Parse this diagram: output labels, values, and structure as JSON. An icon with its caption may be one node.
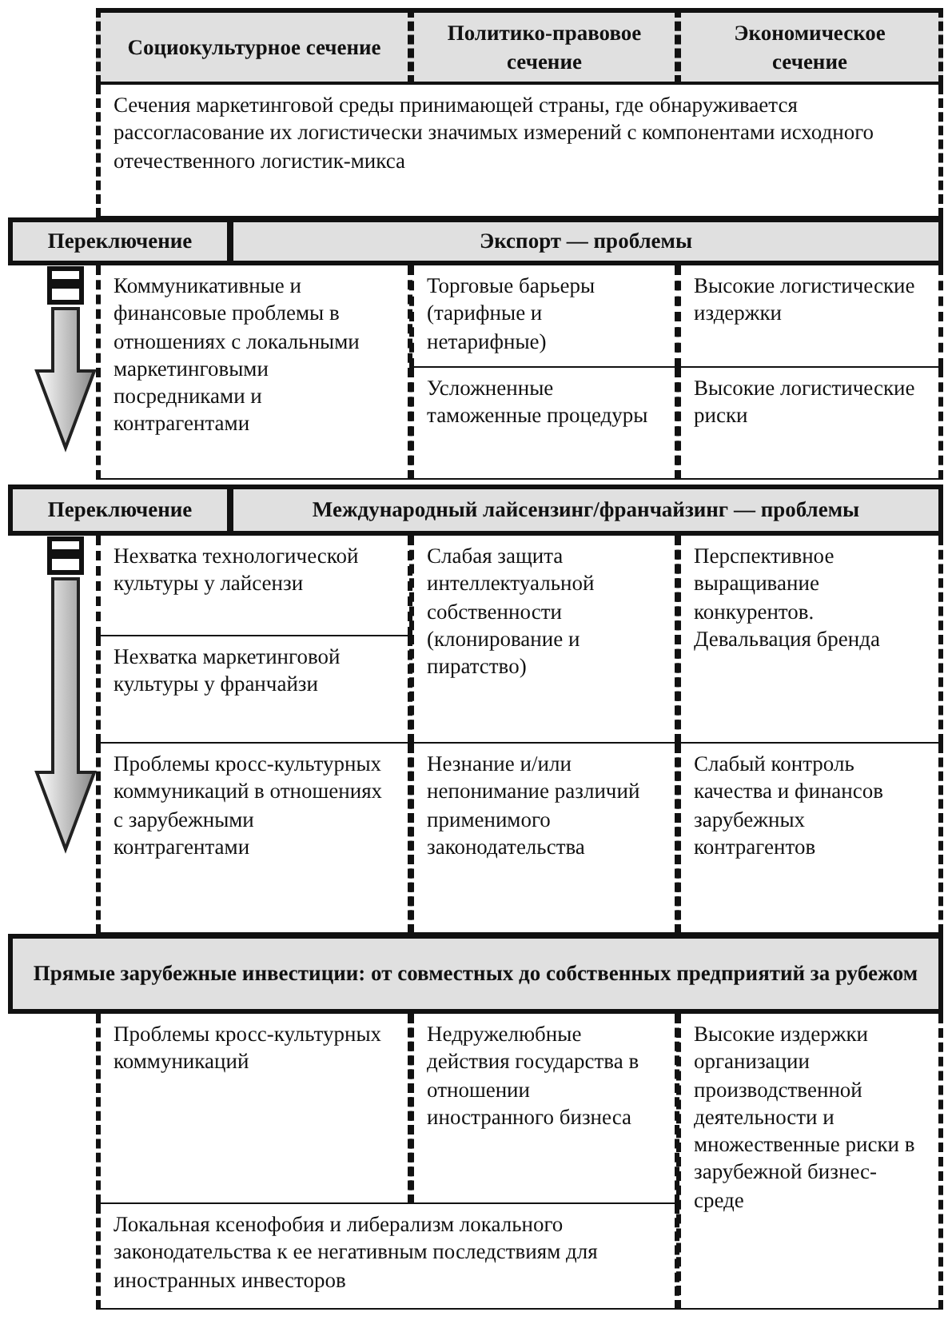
{
  "diagram": {
    "nodes": [
      {
        "text": [
          "Социокультурное сечение"
        ]
      },
      {
        "text": [
          "Политико-правовое сечение"
        ]
      },
      {
        "text": [
          "Экономическое сечение"
        ]
      },
      {
        "text": [
          "Сечения маркетинговой среды принимающей страны, где обнаруживается рассогласование их логистически значимых измерений с компонентами исходного отечественного логистик-микса"
        ]
      },
      {
        "text": [
          "Переключение"
        ]
      },
      {
        "text": [
          "Экспорт — проблемы"
        ]
      },
      {
        "text": [
          "Коммуникативные и финансовые проблемы в отношениях с локальными маркетинговыми посредниками и контрагентами"
        ]
      },
      {
        "text": [
          "Торговые барьеры (тарифные и нетарифные)"
        ]
      },
      {
        "text": [
          "Высокие логистические издержки"
        ]
      },
      {
        "text": [
          "Усложненные таможенные процедуры"
        ]
      },
      {
        "text": [
          "Высокие логистические риски"
        ]
      },
      {
        "text": [
          "Переключение"
        ]
      },
      {
        "text": [
          "Международный лайсензинг/франчайзинг — проблемы"
        ]
      },
      {
        "text": [
          "Нехватка технологической культуры у лайсензи"
        ]
      },
      {
        "text": [
          "Слабая защита интеллектуальной собственности (клонирование и пиратство)"
        ]
      },
      {
        "text": [
          "Перспективное выращивание конкурентов. Девальвация бренда"
        ]
      },
      {
        "text": [
          "Нехватка маркетинговой культуры у франчайзи"
        ]
      },
      {
        "text": [
          "Проблемы кросс-культурных коммуникаций в отношениях с зарубежными контрагентами"
        ]
      },
      {
        "text": [
          "Незнание и/или непонимание различий применимого законодательства"
        ]
      },
      {
        "text": [
          "Слабый контроль качества и финансов зарубежных контрагентов"
        ]
      },
      {
        "text": [
          "Прямые зарубежные инвестиции: от совместных до собственных предприятий за рубежом"
        ]
      },
      {
        "text": [
          "Проблемы кросс-культурных коммуникаций"
        ]
      },
      {
        "text": [
          "Недружелюбные действия государства в отношении иностранного бизнеса"
        ]
      },
      {
        "text": [
          "Высокие издержки организации производственной деятельности и множественные риски в зарубежной бизнес-среде"
        ]
      },
      {
        "text": [
          "Локальная ксенофобия и либерализм локального законодательства к ее негативным последствиям для иностранных инвесторов"
        ]
      }
    ],
    "edges": [
      {
        "from": 4,
        "to": null,
        "arrow": "to"
      },
      {
        "from": 11,
        "to": null,
        "arrow": "to"
      }
    ]
  }
}
